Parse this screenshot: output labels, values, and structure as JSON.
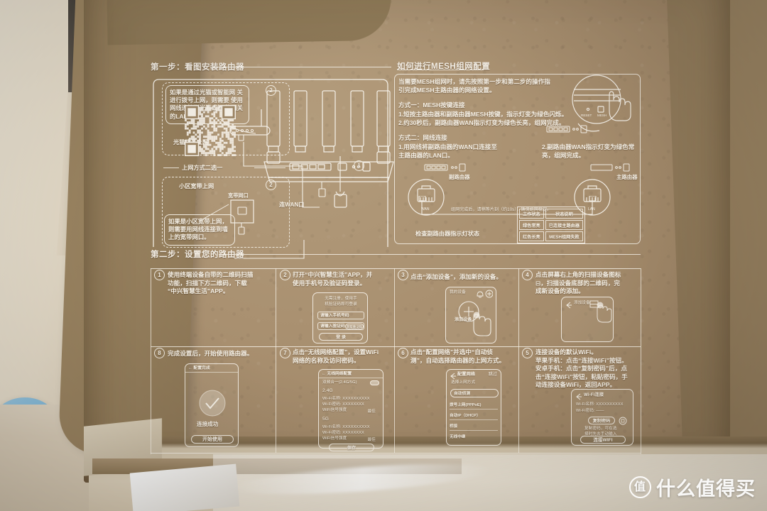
{
  "scene": {
    "description": "Photo of an opened cardboard router box lid printed with a Chinese quick-setup guide",
    "cardboard_color": "#a88f6f",
    "ink_color": "#f3eee5",
    "watermark": {
      "badge": "值",
      "text": "什么值得买"
    }
  },
  "section1": {
    "title": "第一步：看图安装路由器",
    "bubble_fiber": "如果是通过光猫或智能网\n关进行拨号上网，则需要\n使用网线连接到光猫或智\n能网关的LAN口。",
    "label_fiber": "光猫拨号上网",
    "divider_note": "上网方式二选一",
    "label_broadband": "小区宽带上网",
    "label_broadband_port": "宽带网口",
    "bubble_broadband": "如果是小区宽带上网，\n则需要用网线连接到墙\n上的宽带网口。",
    "label_wan": "连WAN口",
    "step_numbers": [
      "2",
      "2",
      "1"
    ]
  },
  "mesh": {
    "title": "如何进行MESH组网配置",
    "intro": "当需要MESH组网时，请先按照第一步和第二步的操作指\n引完成MESH主路由器的网络设置。",
    "method1_title": "方式一：MESH按键连接",
    "method1_lines": [
      "1.短按主路由器和副路由器MESH按键，指示灯变为绿色闪烁。",
      "2.约30秒后，副路由器WAN指示灯变为绿色长亮，组网完成。"
    ],
    "method2_title": "方式二：网线连接",
    "method2_lines": [
      "1.用网线将副路由器的WAN口连接至",
      "主路由器的LAN口。"
    ],
    "method2_right": "2.副路由器WAN指示灯变为绿色常\n亮，组网完成。",
    "btn_reset": "RESET",
    "btn_mesh": "MESH",
    "label_sub_router": "副路由器",
    "label_main_router": "主路由器",
    "label_wan_port": "WAN",
    "label_lan_port": "LAN",
    "note_wait": "组网完成后，请稍等片刻（约10s），确保组网稳定。",
    "check_label": "检查副路由器指示灯状态",
    "table": {
      "headers": [
        "工作状态",
        "状态说明"
      ],
      "rows": [
        [
          "绿色常亮",
          "已连接主路由器"
        ],
        [
          "红色长亮",
          "MESH组网失败"
        ]
      ]
    }
  },
  "section2": {
    "title": "第二步：设置您的路由器",
    "steps": [
      {
        "num": "1",
        "text": "使用终端设备自带的二维码扫描\n功能，扫描下方二维码，下载\n“中兴智慧生活”APP。"
      },
      {
        "num": "2",
        "text": "打开“中兴智慧生活”APP，并\n使用手机号及验证码登录。",
        "phone": {
          "hint": "无需注册，使用手\n机验证码即可登录",
          "field_phone": "请输入手机号码",
          "field_code": "请输入验证码",
          "btn_getcode": "获取验证码",
          "btn_login": "登 录"
        }
      },
      {
        "num": "3",
        "text": "点击“添加设备”，添加新的设备。",
        "phone": {
          "title": "我的设备",
          "plus_label": "添加设备",
          "icons": [
            "bell-icon",
            "plus-circle-icon"
          ]
        }
      },
      {
        "num": "4",
        "text": "点击屏幕右上角的扫描设备图标\n⊟，扫描设备底部的二维码，完\n成新设备的添加。",
        "phone": {
          "title": "添加设备",
          "icon": "scan-icon"
        }
      },
      {
        "num": "5",
        "text": "连接设备的默认WiFi。\n苹果手机：点击“连接WiFi”按钮。\n安卓手机：点击“复制密码”后，点\n击“连接WiFi”按钮，粘贴密码，手\n动连接设备WiFi，返回APP。",
        "phone": {
          "title": "Wi-Fi连接",
          "wifi_name": "Wi-Fi名称: XXXXXXXXXX",
          "wifi_pwd": "Wi-Fi密码: ——",
          "btn_copy": "复制密码",
          "hint": "复制密码，可在选\n择时先去手动输入",
          "btn_connect": "连接WIFI"
        }
      },
      {
        "num": "6",
        "text": "点击“配置网络”并选中“自动侦\n测”，自动选择路由器的上网方式。",
        "phone": {
          "title": "配置网络",
          "skip": "跳过",
          "subtitle": "选择上网方式",
          "options": [
            "自动侦测",
            "拨号上网(PPPoE)",
            "自动IP（DHCP）",
            "桥接",
            "无线中继"
          ]
        }
      },
      {
        "num": "7",
        "text": "点击“无线网络配置”，设置WiFi\n网络的名称及访问密码。",
        "phone": {
          "title": "无线网络配置",
          "toggle_label": "双频合一(2.4G/5G)",
          "band1": "2.4G",
          "band2": "5G",
          "rows": [
            "Wi-Fi名称: XXXXXXXXXX",
            "Wi-Fi密码: XXXXXXXX",
            "WiFi信号强度"
          ],
          "strength": "最佳",
          "btn_save": "保存"
        }
      },
      {
        "num": "8",
        "text": "完成设置后，开始使用路由器。",
        "phone": {
          "title": "配置完成",
          "status": "连接成功",
          "btn_start": "开始使用",
          "icon": "check-circle-icon"
        }
      }
    ]
  }
}
